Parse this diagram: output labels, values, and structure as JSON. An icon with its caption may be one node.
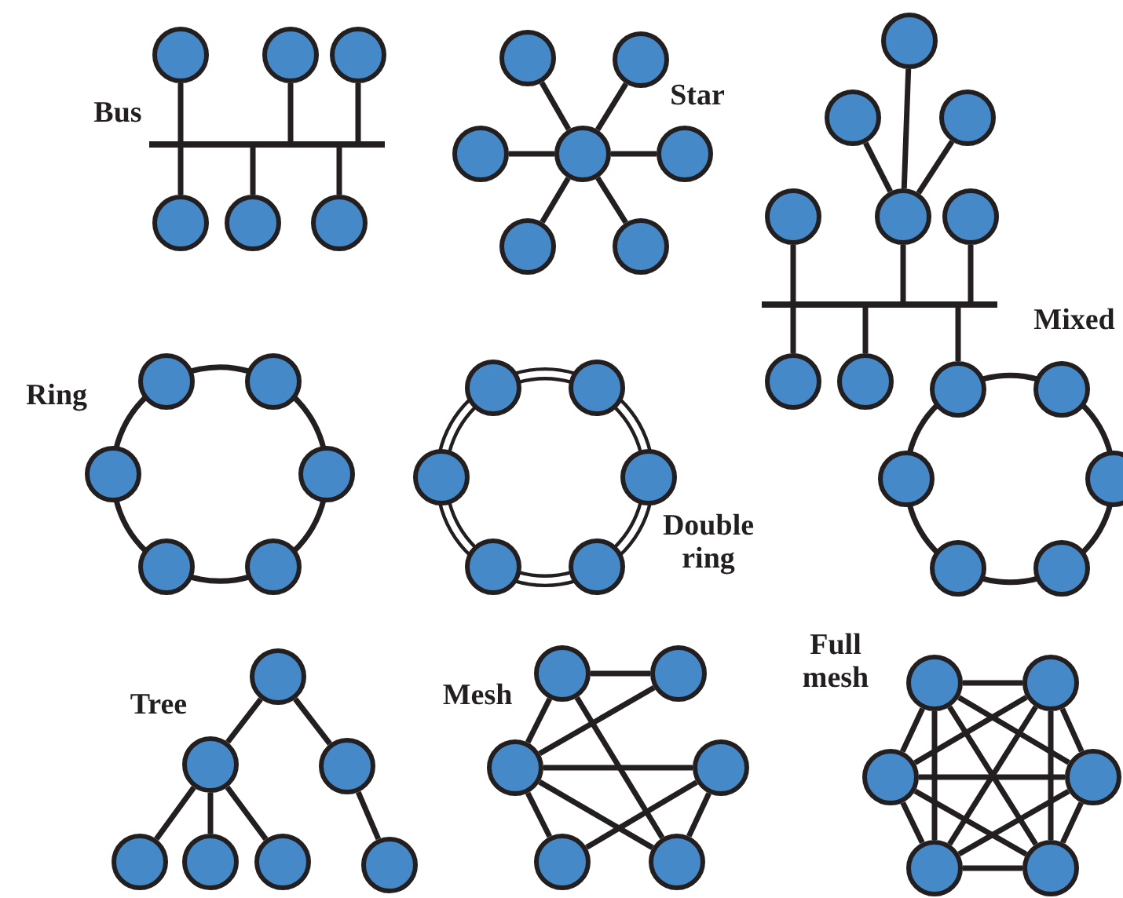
{
  "diagram": {
    "nodes": [
      {
        "text": [],
        "shape": "circle"
      },
      {
        "text": [],
        "shape": "circle"
      },
      {
        "text": [],
        "shape": "circle"
      },
      {
        "text": [],
        "shape": "bar"
      },
      {
        "text": [],
        "shape": "circle"
      },
      {
        "text": [],
        "shape": "circle"
      },
      {
        "text": [],
        "shape": "circle"
      },
      {
        "text": [],
        "shape": "circle"
      },
      {
        "text": [],
        "shape": "circle"
      },
      {
        "text": [],
        "shape": "circle"
      },
      {
        "text": [],
        "shape": "circle"
      },
      {
        "text": [],
        "shape": "circle"
      },
      {
        "text": [],
        "shape": "circle"
      },
      {
        "text": [],
        "shape": "circle"
      },
      {
        "text": [],
        "shape": "circle"
      },
      {
        "text": [],
        "shape": "circle"
      },
      {
        "text": [],
        "shape": "circle"
      },
      {
        "text": [],
        "shape": "circle"
      },
      {
        "text": [],
        "shape": "circle"
      },
      {
        "text": [],
        "shape": "circle"
      },
      {
        "text": [],
        "shape": "bar"
      },
      {
        "text": [],
        "shape": "circle"
      },
      {
        "text": [],
        "shape": "circle"
      },
      {
        "text": [],
        "shape": "circle"
      },
      {
        "text": [],
        "shape": "circle"
      },
      {
        "text": [],
        "shape": "circle"
      },
      {
        "text": [],
        "shape": "circle"
      },
      {
        "text": [],
        "shape": "circle"
      },
      {
        "text": [],
        "shape": "circle"
      },
      {
        "text": [],
        "shape": "circle"
      },
      {
        "text": [],
        "shape": "circle"
      },
      {
        "text": [],
        "shape": "circle"
      },
      {
        "text": [],
        "shape": "circle"
      },
      {
        "text": [],
        "shape": "circle"
      },
      {
        "text": [],
        "shape": "circle"
      },
      {
        "text": [],
        "shape": "circle"
      },
      {
        "text": [],
        "shape": "circle"
      },
      {
        "text": [],
        "shape": "circle"
      },
      {
        "text": [],
        "shape": "circle"
      },
      {
        "text": [],
        "shape": "circle"
      },
      {
        "text": [],
        "shape": "circle"
      },
      {
        "text": [],
        "shape": "circle"
      },
      {
        "text": [],
        "shape": "circle"
      },
      {
        "text": [],
        "shape": "circle"
      },
      {
        "text": [],
        "shape": "circle"
      },
      {
        "text": [],
        "shape": "circle"
      },
      {
        "text": [],
        "shape": "circle"
      },
      {
        "text": [],
        "shape": "circle"
      },
      {
        "text": [],
        "shape": "circle"
      },
      {
        "text": [],
        "shape": "circle"
      },
      {
        "text": [],
        "shape": "circle"
      },
      {
        "text": [],
        "shape": "circle"
      },
      {
        "text": [],
        "shape": "circle"
      },
      {
        "text": [],
        "shape": "circle"
      },
      {
        "text": [],
        "shape": "circle"
      },
      {
        "text": [],
        "shape": "circle"
      },
      {
        "text": [],
        "shape": "circle"
      },
      {
        "text": [],
        "shape": "circle"
      },
      {
        "text": [],
        "shape": "circle"
      },
      {
        "text": [],
        "shape": "circle"
      }
    ],
    "edges": [
      {
        "from": 0,
        "to": 3,
        "arrow": "none"
      },
      {
        "from": 1,
        "to": 3,
        "arrow": "none"
      },
      {
        "from": 2,
        "to": 3,
        "arrow": "none"
      },
      {
        "from": 3,
        "to": 4,
        "arrow": "none"
      },
      {
        "from": 3,
        "to": 5,
        "arrow": "none"
      },
      {
        "from": 3,
        "to": 6,
        "arrow": "none"
      },
      {
        "from": 10,
        "to": 7,
        "arrow": "none"
      },
      {
        "from": 10,
        "to": 8,
        "arrow": "none"
      },
      {
        "from": 10,
        "to": 9,
        "arrow": "none"
      },
      {
        "from": 10,
        "to": 11,
        "arrow": "none"
      },
      {
        "from": 10,
        "to": 12,
        "arrow": "none"
      },
      {
        "from": 10,
        "to": 13,
        "arrow": "none"
      },
      {
        "from": 14,
        "to": 18,
        "arrow": "none"
      },
      {
        "from": 15,
        "to": 18,
        "arrow": "none"
      },
      {
        "from": 16,
        "to": 18,
        "arrow": "none"
      },
      {
        "from": 17,
        "to": 20,
        "arrow": "none"
      },
      {
        "from": 18,
        "to": 20,
        "arrow": "none"
      },
      {
        "from": 19,
        "to": 20,
        "arrow": "none"
      },
      {
        "from": 20,
        "to": 21,
        "arrow": "none"
      },
      {
        "from": 20,
        "to": 22,
        "arrow": "none"
      },
      {
        "from": 20,
        "to": 23,
        "arrow": "none"
      },
      {
        "from": 23,
        "to": 24,
        "arrow": "none"
      },
      {
        "from": 24,
        "to": 26,
        "arrow": "none"
      },
      {
        "from": 26,
        "to": 28,
        "arrow": "none"
      },
      {
        "from": 28,
        "to": 27,
        "arrow": "none"
      },
      {
        "from": 27,
        "to": 25,
        "arrow": "none"
      },
      {
        "from": 25,
        "to": 23,
        "arrow": "none"
      },
      {
        "from": 29,
        "to": 30,
        "arrow": "none"
      },
      {
        "from": 30,
        "to": 32,
        "arrow": "none"
      },
      {
        "from": 32,
        "to": 34,
        "arrow": "none"
      },
      {
        "from": 34,
        "to": 33,
        "arrow": "none"
      },
      {
        "from": 33,
        "to": 31,
        "arrow": "none"
      },
      {
        "from": 31,
        "to": 29,
        "arrow": "none"
      },
      {
        "from": 35,
        "to": 36,
        "arrow": "none"
      },
      {
        "from": 35,
        "to": 36,
        "arrow": "none"
      },
      {
        "from": 36,
        "to": 38,
        "arrow": "none"
      },
      {
        "from": 36,
        "to": 38,
        "arrow": "none"
      },
      {
        "from": 38,
        "to": 40,
        "arrow": "none"
      },
      {
        "from": 38,
        "to": 40,
        "arrow": "none"
      },
      {
        "from": 40,
        "to": 39,
        "arrow": "none"
      },
      {
        "from": 40,
        "to": 39,
        "arrow": "none"
      },
      {
        "from": 39,
        "to": 37,
        "arrow": "none"
      },
      {
        "from": 39,
        "to": 37,
        "arrow": "none"
      },
      {
        "from": 37,
        "to": 35,
        "arrow": "none"
      },
      {
        "from": 37,
        "to": 35,
        "arrow": "none"
      },
      {
        "from": 41,
        "to": 42,
        "arrow": "none"
      },
      {
        "from": 41,
        "to": 43,
        "arrow": "none"
      },
      {
        "from": 42,
        "to": 44,
        "arrow": "none"
      },
      {
        "from": 42,
        "to": 45,
        "arrow": "none"
      },
      {
        "from": 42,
        "to": 46,
        "arrow": "none"
      },
      {
        "from": 43,
        "to": 47,
        "arrow": "none"
      },
      {
        "from": 48,
        "to": 49,
        "arrow": "none"
      },
      {
        "from": 48,
        "to": 50,
        "arrow": "none"
      },
      {
        "from": 48,
        "to": 53,
        "arrow": "none"
      },
      {
        "from": 50,
        "to": 49,
        "arrow": "none"
      },
      {
        "from": 50,
        "to": 51,
        "arrow": "none"
      },
      {
        "from": 50,
        "to": 52,
        "arrow": "none"
      },
      {
        "from": 50,
        "to": 53,
        "arrow": "none"
      },
      {
        "from": 52,
        "to": 51,
        "arrow": "none"
      },
      {
        "from": 51,
        "to": 53,
        "arrow": "none"
      },
      {
        "from": 54,
        "to": 55,
        "arrow": "none"
      },
      {
        "from": 54,
        "to": 56,
        "arrow": "none"
      },
      {
        "from": 54,
        "to": 57,
        "arrow": "none"
      },
      {
        "from": 54,
        "to": 58,
        "arrow": "none"
      },
      {
        "from": 54,
        "to": 59,
        "arrow": "none"
      },
      {
        "from": 55,
        "to": 56,
        "arrow": "none"
      },
      {
        "from": 55,
        "to": 57,
        "arrow": "none"
      },
      {
        "from": 55,
        "to": 58,
        "arrow": "none"
      },
      {
        "from": 55,
        "to": 59,
        "arrow": "none"
      },
      {
        "from": 56,
        "to": 57,
        "arrow": "none"
      },
      {
        "from": 56,
        "to": 58,
        "arrow": "none"
      },
      {
        "from": 56,
        "to": 59,
        "arrow": "none"
      },
      {
        "from": 57,
        "to": 58,
        "arrow": "none"
      },
      {
        "from": 57,
        "to": 59,
        "arrow": "none"
      },
      {
        "from": 58,
        "to": 59,
        "arrow": "none"
      }
    ],
    "labels": [
      "Bus",
      "Star",
      "Mixed",
      "Ring",
      "Double ring",
      "Tree",
      "Mesh",
      "Full mesh"
    ]
  }
}
